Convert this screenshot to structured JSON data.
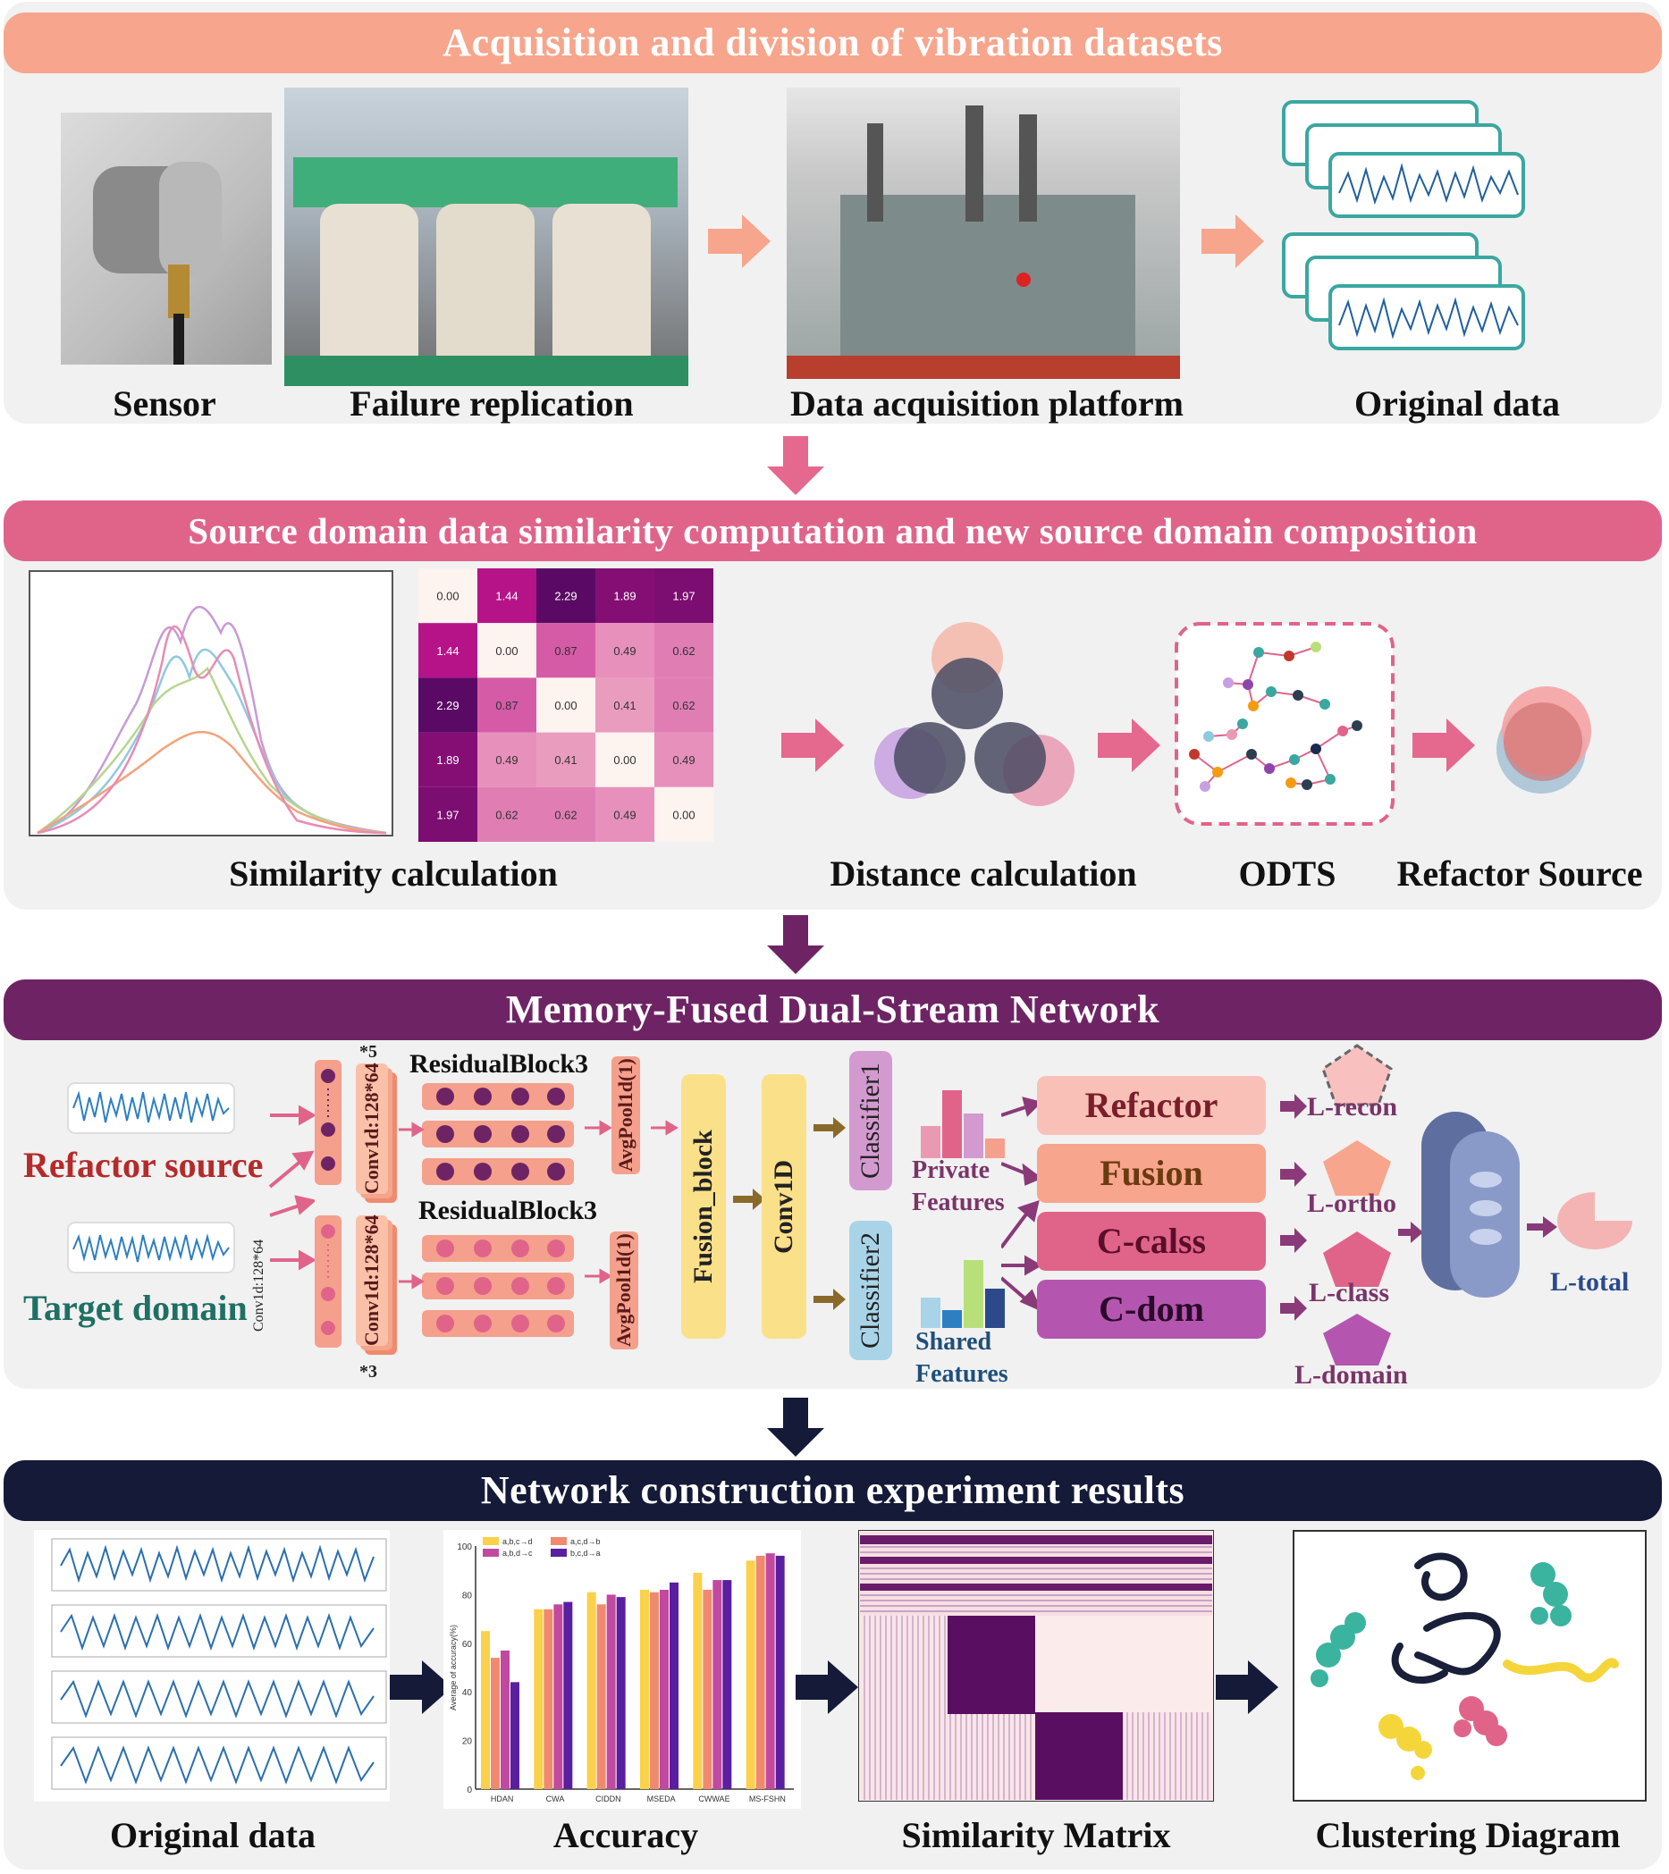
{
  "section1": {
    "title": "Acquisition and division of vibration datasets",
    "captions": {
      "sensor": "Sensor",
      "failure": "Failure replication",
      "platform": "Data acquisition platform",
      "original": "Original data"
    }
  },
  "section2": {
    "title": "Source domain data similarity computation and new source domain composition",
    "heatmap": [
      [
        "0.00",
        "1.44",
        "2.29",
        "1.89",
        "1.97"
      ],
      [
        "1.44",
        "0.00",
        "0.87",
        "0.49",
        "0.62"
      ],
      [
        "2.29",
        "0.87",
        "0.00",
        "0.41",
        "0.62"
      ],
      [
        "1.89",
        "0.49",
        "0.41",
        "0.00",
        "0.49"
      ],
      [
        "1.97",
        "0.62",
        "0.62",
        "0.49",
        "0.00"
      ]
    ],
    "captions": {
      "similarity": "Similarity calculation",
      "distance": "Distance calculation",
      "odts": "ODTS",
      "refactor": "Refactor Source"
    }
  },
  "section3": {
    "title": "Memory-Fused Dual-Stream Network",
    "refactor_source": "Refactor source",
    "target_domain": "Target domain",
    "conv_label": "Conv1d:128*64",
    "mult_top": "*5",
    "mult_bottom": "*3",
    "residual_top": "ResidualBlock3",
    "residual_bottom": "ResidualBlock3",
    "avgpool": "AvgPool1d(1)",
    "fusion_block": "Fusion_block",
    "conv1d": "Conv1D",
    "classifier1": "Classifier1",
    "classifier2": "Classifier2",
    "private_features": [
      "Private",
      "Features"
    ],
    "shared_features": [
      "Shared",
      "Features"
    ],
    "modules": [
      "Refactor",
      "Fusion",
      "C-calss",
      "C-dom"
    ],
    "losses": [
      "L-recon",
      "L-ortho",
      "L-class",
      "L-domain"
    ],
    "total_loss": "L-total"
  },
  "section4": {
    "title": "Network construction experiment results",
    "captions": {
      "original": "Original data",
      "accuracy": "Accuracy",
      "similarity": "Similarity Matrix",
      "clustering": "Clustering Diagram"
    },
    "accuracy_chart": {
      "ylabel": "Average of accuracy(%)",
      "yticks": [
        "0",
        "20",
        "40",
        "60",
        "80",
        "100"
      ],
      "categories": [
        "HDAN",
        "CWA",
        "CIDDN",
        "MSEDA",
        "CWWAE",
        "MS-FSHN"
      ],
      "legend": [
        "a,b,c→d",
        "a,c,d→b",
        "a,b,d→c",
        "b,c,d→a"
      ]
    }
  },
  "colors": {
    "band1": "#f7a58c",
    "band2": "#e0648a",
    "band3": "#6e2464",
    "band4": "#141a38",
    "arrow_salmon": "#f7a58c",
    "arrow_pink": "#e5688e",
    "arrow_purple": "#6e2464",
    "arrow_navy": "#141a38"
  }
}
